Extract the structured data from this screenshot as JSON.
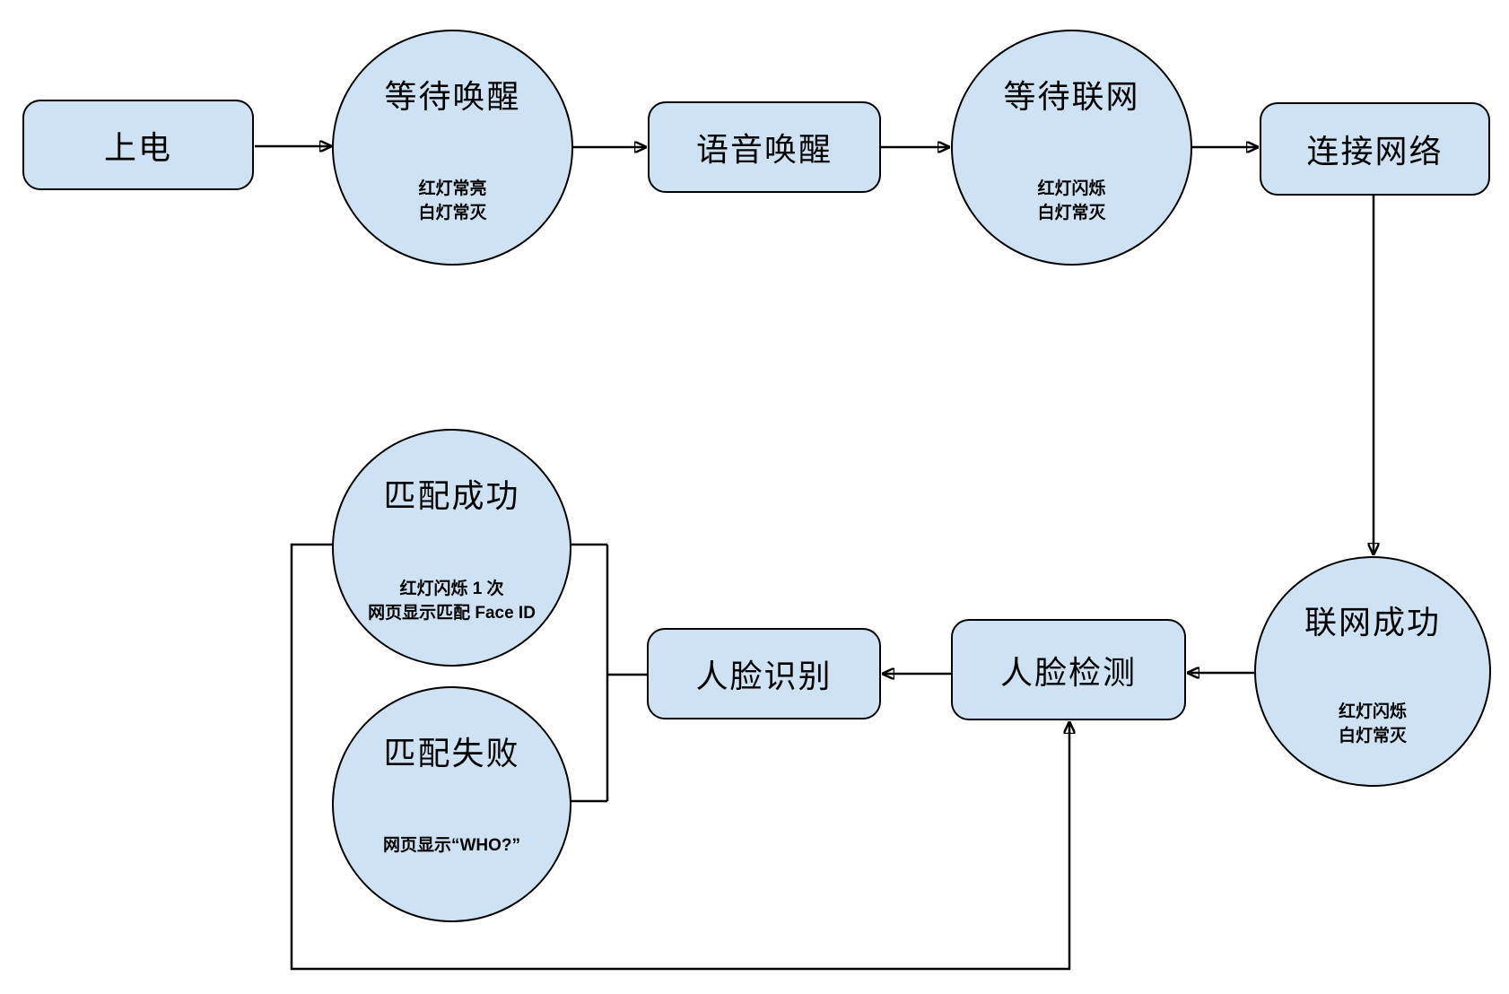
{
  "diagram": {
    "background": "#ffffff",
    "node_fill": "#cfe2f3",
    "node_stroke": "#000000",
    "connector_color": "#000000",
    "nodes": {
      "power_on": {
        "type": "process",
        "label": "上电"
      },
      "wait_wake": {
        "type": "state",
        "title": "等待唤醒",
        "lines": [
          "红灯常亮",
          "白灯常灭"
        ]
      },
      "voice_wake": {
        "type": "process",
        "label": "语音唤醒"
      },
      "wait_network": {
        "type": "state",
        "title": "等待联网",
        "lines": [
          "红灯闪烁",
          "白灯常灭"
        ]
      },
      "connect_network": {
        "type": "process",
        "label": "连接网络"
      },
      "network_success": {
        "type": "state",
        "title": "联网成功",
        "lines": [
          "红灯闪烁",
          "白灯常灭"
        ]
      },
      "face_detect": {
        "type": "process",
        "label": "人脸检测"
      },
      "face_recognize": {
        "type": "process",
        "label": "人脸识别"
      },
      "match_success": {
        "type": "state",
        "title": "匹配成功",
        "lines": [
          "红灯闪烁 1 次",
          "网页显示匹配 Face ID"
        ]
      },
      "match_fail": {
        "type": "state",
        "title": "匹配失败",
        "lines": [
          "网页显示“WHO?”"
        ]
      }
    },
    "edges": [
      {
        "from": "power_on",
        "to": "wait_wake",
        "arrowhead": true
      },
      {
        "from": "wait_wake",
        "to": "voice_wake",
        "arrowhead": true
      },
      {
        "from": "voice_wake",
        "to": "wait_network",
        "arrowhead": true
      },
      {
        "from": "wait_network",
        "to": "connect_network",
        "arrowhead": true
      },
      {
        "from": "connect_network",
        "to": "network_success",
        "arrowhead": true
      },
      {
        "from": "network_success",
        "to": "face_detect",
        "arrowhead": true
      },
      {
        "from": "face_detect",
        "to": "face_recognize",
        "arrowhead": true
      },
      {
        "from": "face_recognize",
        "to": "match_success",
        "arrowhead": false
      },
      {
        "from": "face_recognize",
        "to": "match_fail",
        "arrowhead": false
      },
      {
        "from": "match_success",
        "to": "face_detect",
        "arrowhead": true
      },
      {
        "from": "match_fail",
        "to": "face_detect",
        "arrowhead": true
      }
    ]
  }
}
